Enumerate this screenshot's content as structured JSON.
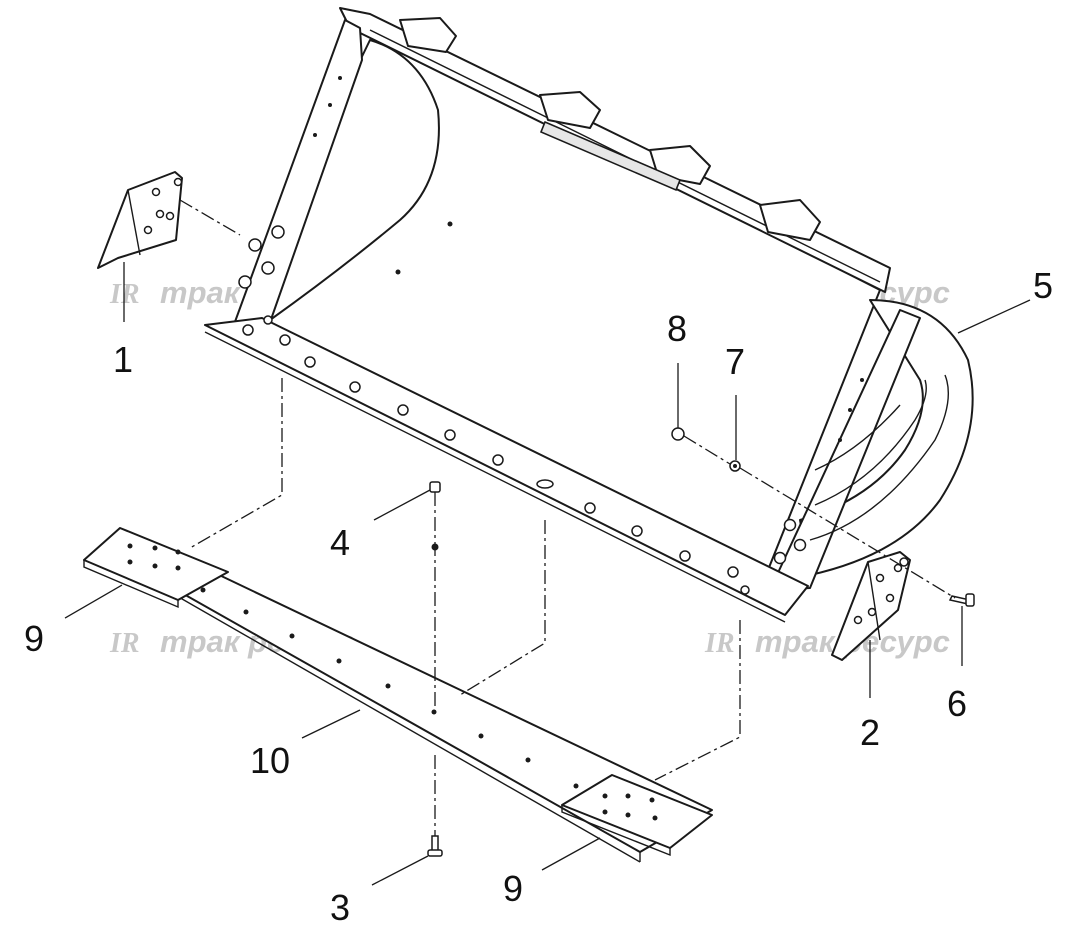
{
  "watermark": {
    "text": "трак ресурс",
    "logo": "TR"
  },
  "callouts": {
    "c1": "1",
    "c2": "2",
    "c3": "3",
    "c4": "4",
    "c5": "5",
    "c6": "6",
    "c7": "7",
    "c8": "8",
    "c9a": "9",
    "c9b": "9",
    "c10": "10"
  }
}
